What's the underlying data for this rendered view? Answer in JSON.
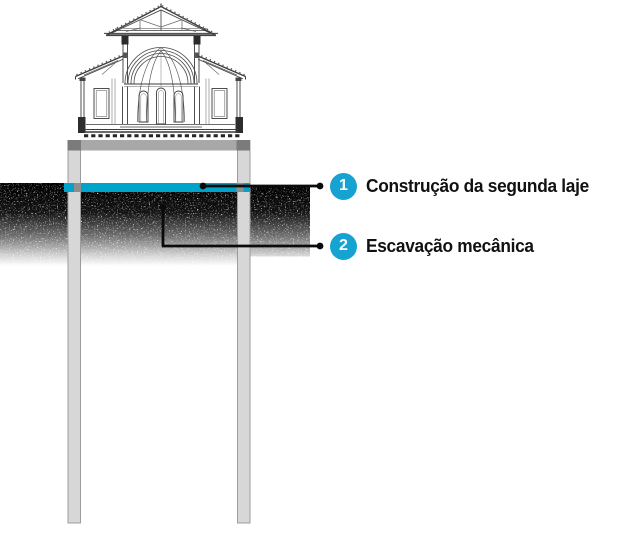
{
  "callouts": [
    {
      "number": "1",
      "label": "Construção da segunda laje"
    },
    {
      "number": "2",
      "label": "Escavação mecânica"
    }
  ],
  "colors": {
    "accent_cyan": "#16a3d2",
    "slab_blue": "#00a4cb",
    "wall_gray": "#d7d7d7",
    "wall_border_gray": "#9c9c9c",
    "cap_gray": "#a8a8a8",
    "cap_dark_gray": "#7b7b7b",
    "crossing_gray": "#8e8e8e",
    "leader_black": "#0b0b0b",
    "text_black": "#111111"
  }
}
